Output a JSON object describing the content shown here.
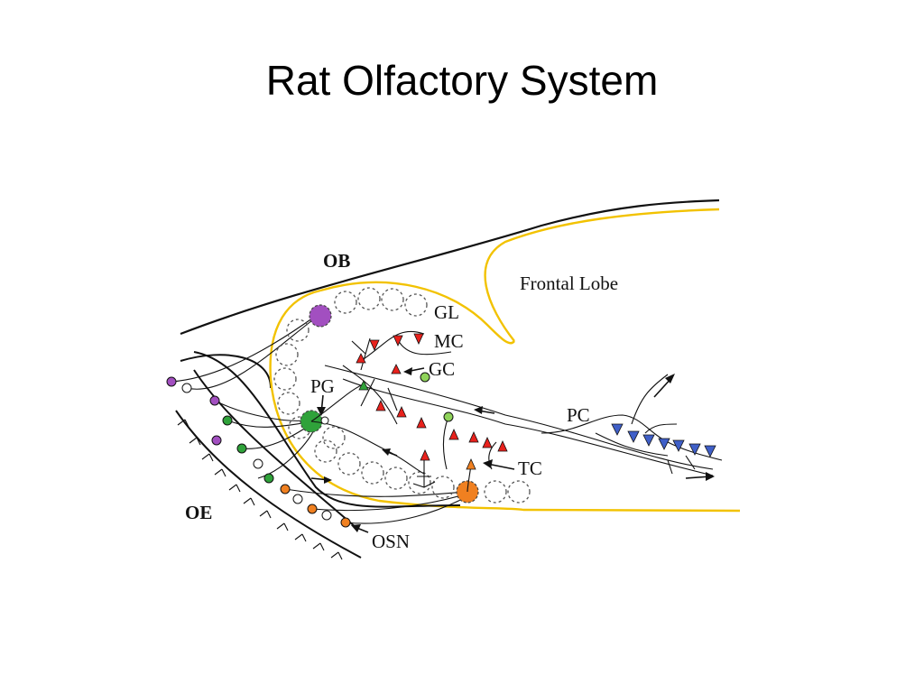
{
  "slide": {
    "title": "Rat Olfactory System"
  },
  "labels": {
    "ob": "OB",
    "oe": "OE",
    "frontal_lobe": "Frontal Lobe",
    "gl": "GL",
    "mc": "MC",
    "gc": "GC",
    "pg": "PG",
    "pc": "PC",
    "tc": "TC",
    "osn": "OSN"
  },
  "colors": {
    "outline_yellow": "#f2c200",
    "mitral_red": "#e8211c",
    "granule_green": "#2fa23a",
    "osn_purple": "#a24fc0",
    "osn_orange": "#f08020",
    "pyramidal_blue": "#3f5fc8",
    "line": "#111111"
  }
}
